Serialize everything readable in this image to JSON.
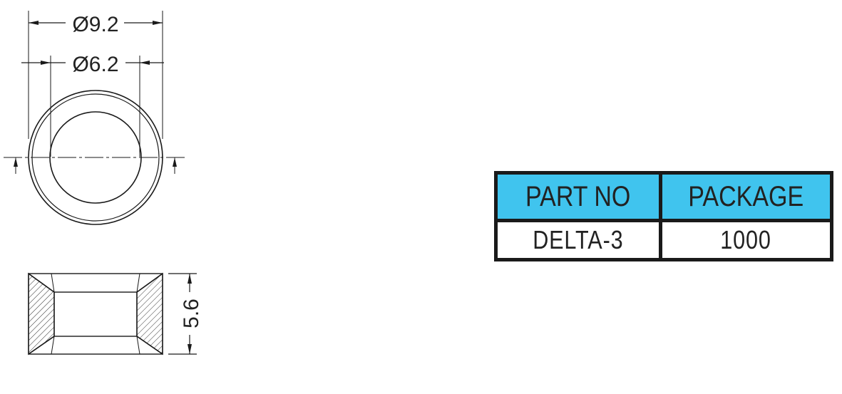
{
  "dimensions": {
    "outer_diameter": "Ø9.2",
    "inner_diameter": "Ø6.2",
    "height": "5.6"
  },
  "table": {
    "headers": [
      "PART NO",
      "PACKAGE"
    ],
    "row": [
      "DELTA-3",
      "1000"
    ]
  },
  "colors": {
    "header_fill": "#40c4ee",
    "line": "#1a1a1a"
  }
}
